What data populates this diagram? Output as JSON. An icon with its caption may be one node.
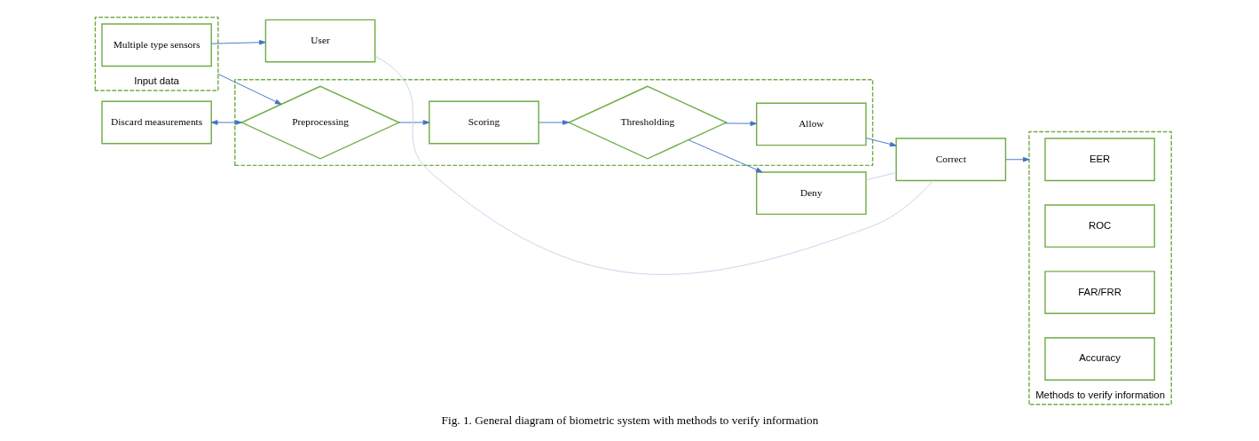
{
  "diagram": {
    "caption": "Fig. 1. General diagram of biometric system with methods to verify information",
    "nodes": [
      {
        "text": [
          "User"
        ]
      },
      {
        "text": [
          "Input data"
        ]
      },
      {
        "text": [
          "Multiple type sensors"
        ],
        "in": 1
      },
      {
        "text": [
          "Discard measurements"
        ]
      },
      {
        "text": [],
        "shape": "box"
      },
      {
        "text": [
          "Preprocessing"
        ],
        "in": 4
      },
      {
        "text": [
          "Scoring"
        ],
        "in": 4
      },
      {
        "text": [
          "Thresholding"
        ],
        "in": 4
      },
      {
        "text": [
          "Allow"
        ],
        "in": 4
      },
      {
        "text": [
          "Deny"
        ]
      },
      {
        "text": [
          "Correct"
        ]
      },
      {
        "text": [
          "Methods to verify information"
        ]
      },
      {
        "text": [
          "EER"
        ],
        "in": 11
      },
      {
        "text": [
          "ROC"
        ],
        "in": 11
      },
      {
        "text": [
          "FAR/FRR"
        ],
        "in": 11
      },
      {
        "text": [
          "Accuracy"
        ],
        "in": 11
      }
    ],
    "edges": [
      {
        "from": 2,
        "to": 0,
        "arrow": "to"
      },
      {
        "from": 1,
        "to": 5,
        "arrow": "to"
      },
      {
        "from": 3,
        "to": 5,
        "arrow": "both"
      },
      {
        "from": 5,
        "to": 6,
        "arrow": "to"
      },
      {
        "from": 6,
        "to": 7,
        "arrow": "to"
      },
      {
        "from": 7,
        "to": 8,
        "arrow": "to"
      },
      {
        "from": 7,
        "to": 9,
        "arrow": "to"
      },
      {
        "from": 8,
        "to": 10,
        "arrow": "to"
      },
      {
        "from": 9,
        "to": 10,
        "arrow": "none",
        "color": "#c5d3e8"
      },
      {
        "from": 10,
        "to": 0,
        "arrow": "none",
        "color": "#c5d3e8"
      },
      {
        "from": 10,
        "to": 11,
        "arrow": "to"
      }
    ]
  }
}
